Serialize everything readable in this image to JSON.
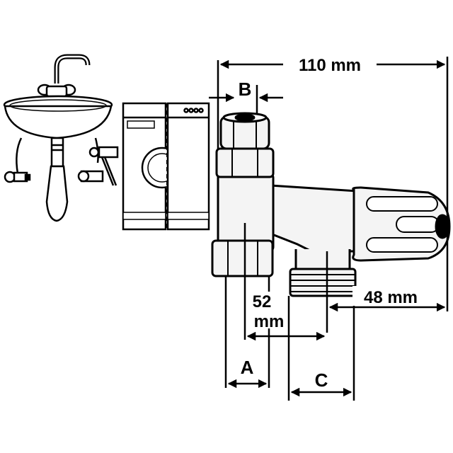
{
  "dimensions": {
    "overall_width": "110 mm",
    "outlet_offset": "48 mm",
    "height_value": "52",
    "height_unit": "mm"
  },
  "letters": {
    "a": "A",
    "b": "B",
    "c": "C"
  },
  "colors": {
    "line": "#000000",
    "background": "#ffffff",
    "metal": "#f4f4f4"
  }
}
